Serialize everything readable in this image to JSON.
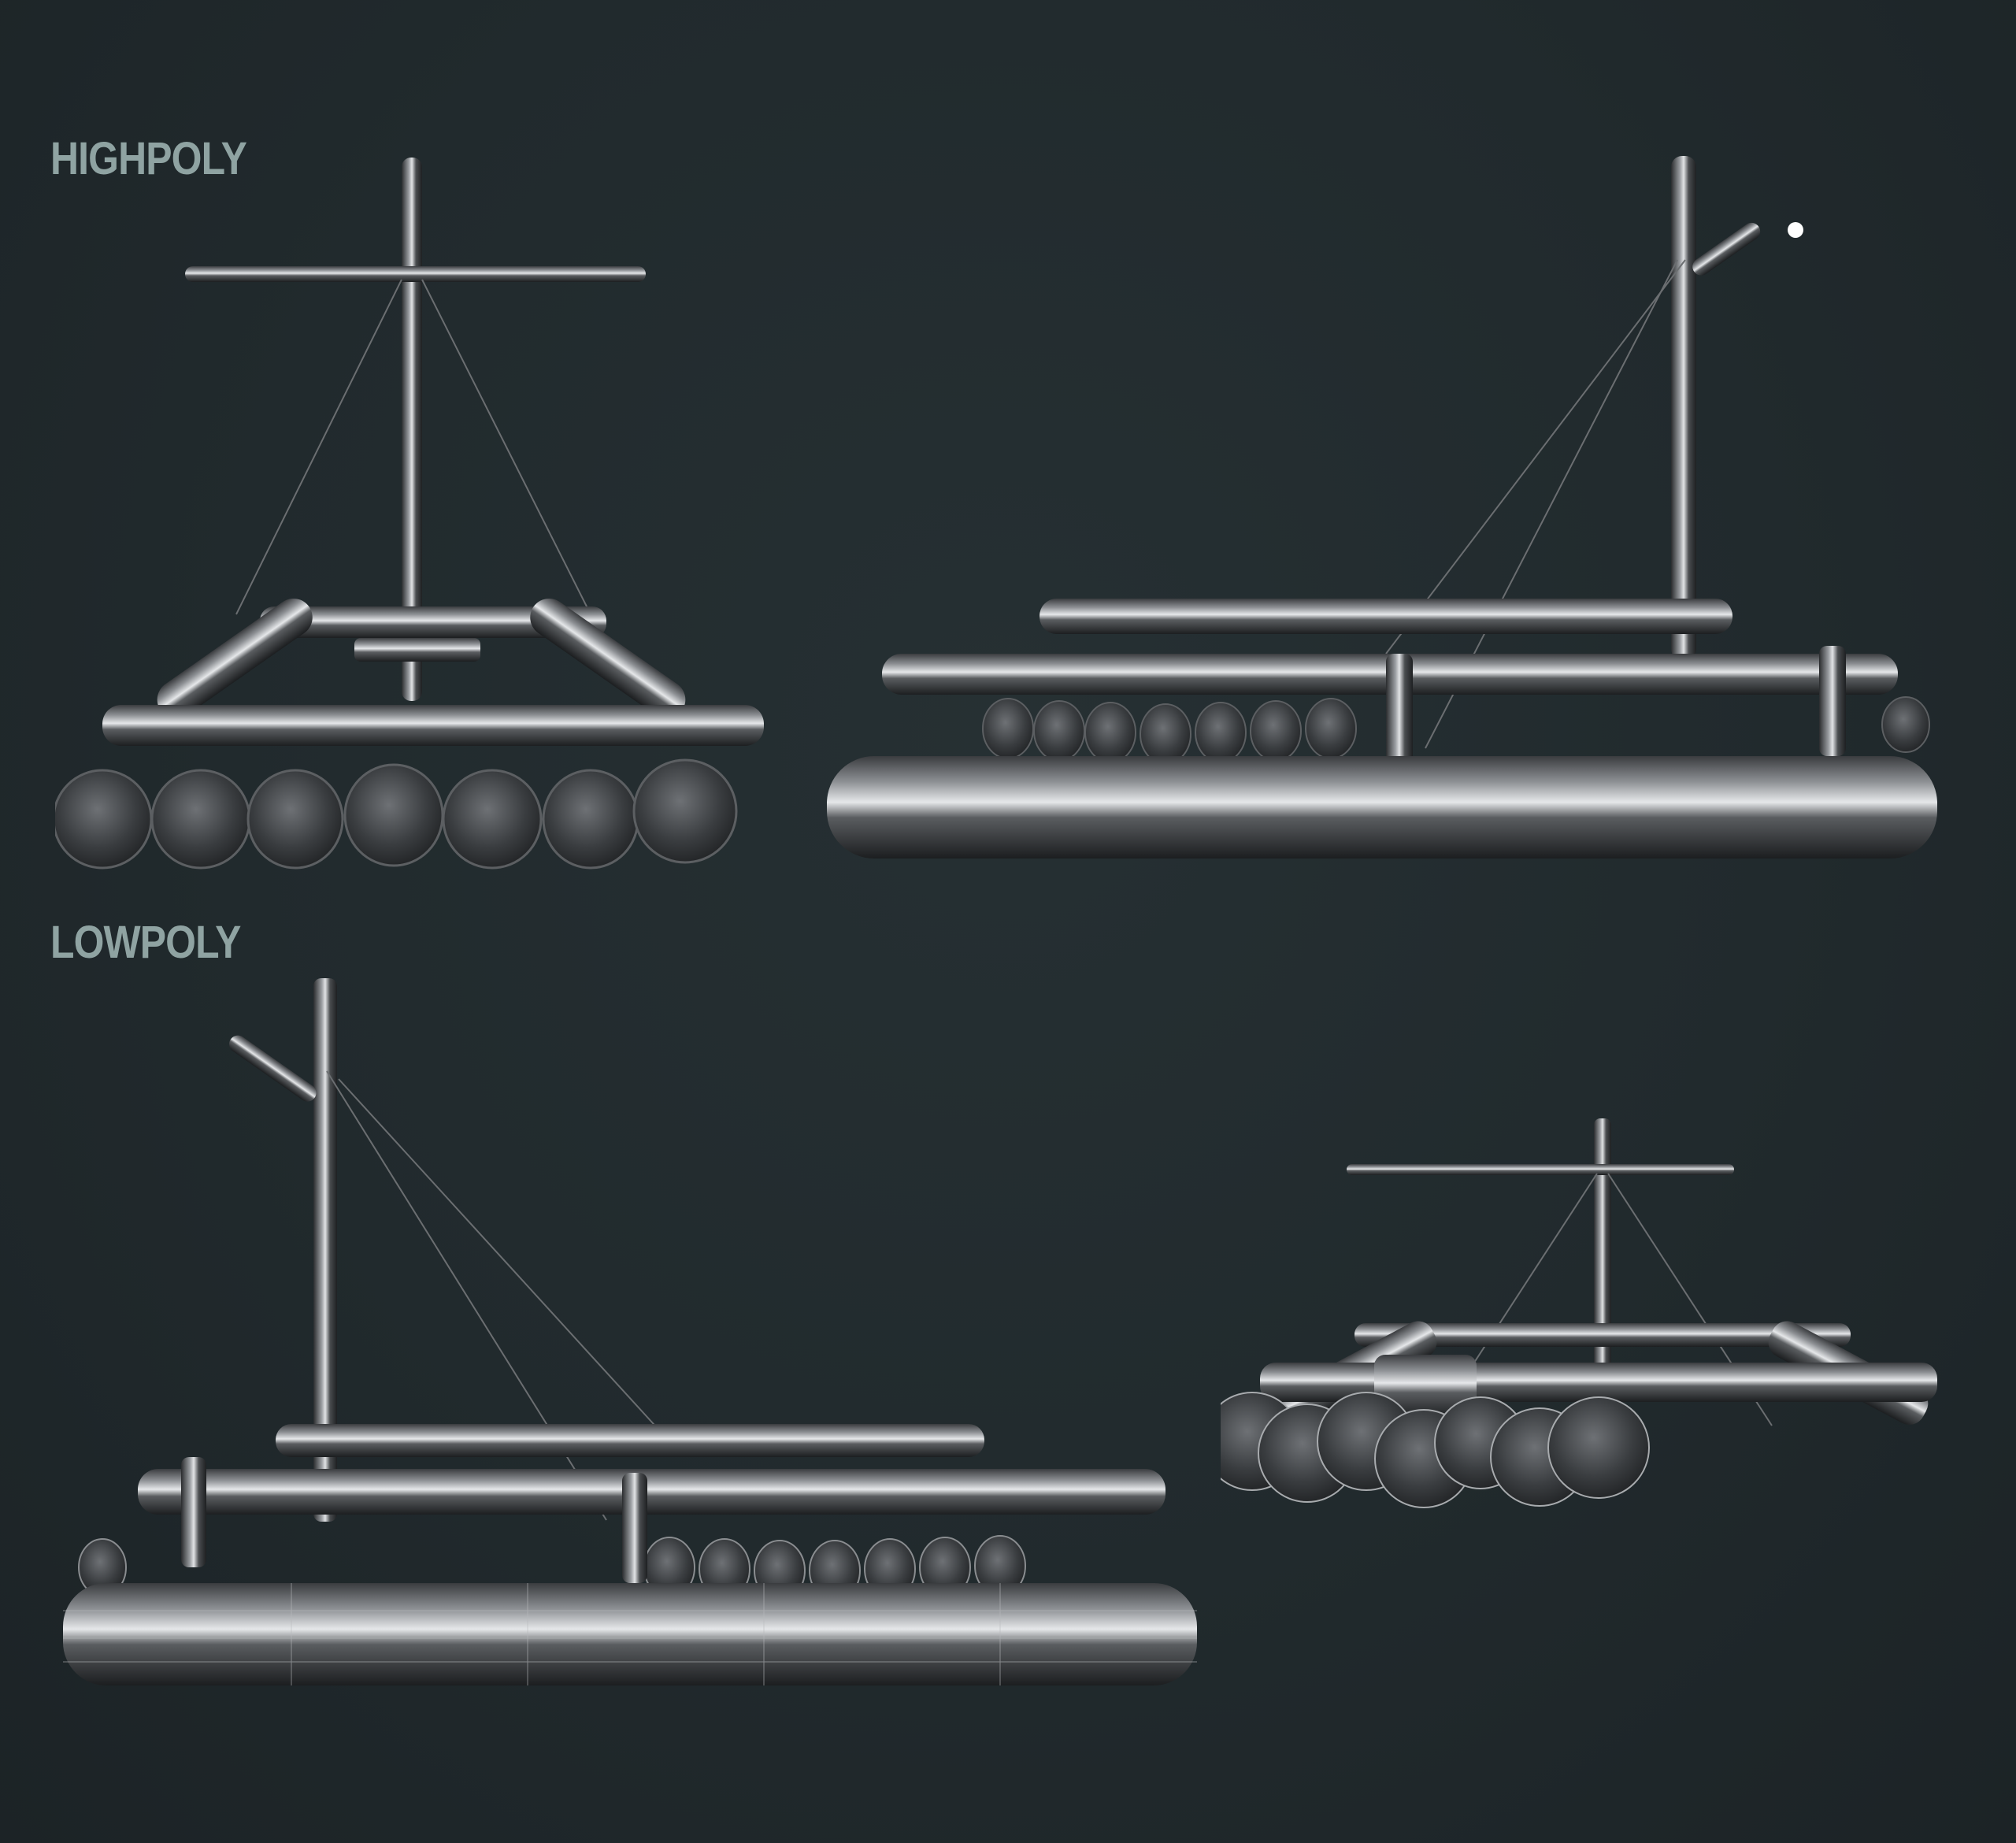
{
  "sections": {
    "highpoly": {
      "label": "HIGHPOLY"
    },
    "lowpoly": {
      "label": "LOWPOLY"
    }
  },
  "renders": [
    {
      "id": "highpoly-front",
      "view": "front",
      "section": "HIGHPOLY",
      "wireframe": false
    },
    {
      "id": "highpoly-side",
      "view": "three-quarter side",
      "section": "HIGHPOLY",
      "wireframe": false
    },
    {
      "id": "lowpoly-side",
      "view": "three-quarter side",
      "section": "LOWPOLY",
      "wireframe": true
    },
    {
      "id": "lowpoly-front",
      "view": "front",
      "section": "LOWPOLY",
      "wireframe": true
    }
  ],
  "colors": {
    "background": "#222b2e",
    "label": "#8fa3a2",
    "metal_dark": "#2a2c2e",
    "metal_light": "#d8dadc"
  }
}
